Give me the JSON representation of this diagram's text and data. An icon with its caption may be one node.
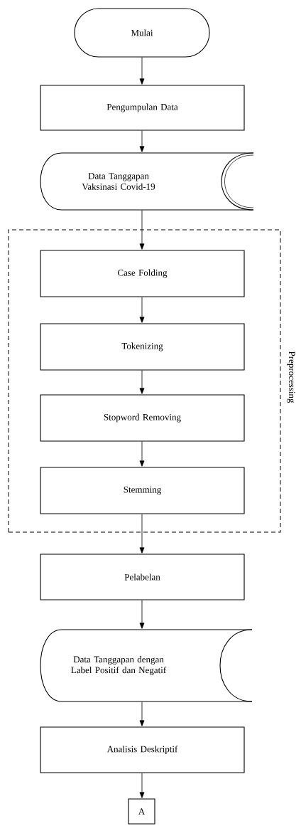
{
  "diagram": {
    "nodes": [
      {
        "text": [
          "Mulai"
        ]
      },
      {
        "text": [
          "Pengumpulan Data"
        ]
      },
      {
        "text": [
          "Data Tanggapan Vaksinasi Covid-19"
        ]
      },
      {
        "text": [
          "Preprocessing"
        ]
      },
      {
        "text": [
          "Case Folding"
        ],
        "in": 3
      },
      {
        "text": [
          "Tokenizing"
        ],
        "in": 3
      },
      {
        "text": [
          "Stopword Removing"
        ],
        "in": 3
      },
      {
        "text": [
          "Stemming"
        ],
        "in": 3
      },
      {
        "text": [
          "Pelabelan"
        ]
      },
      {
        "text": [
          "Data Tanggapan dengan Label Positif dan Negatif"
        ]
      },
      {
        "text": [
          "Analisis Deskriptif"
        ]
      },
      {
        "text": [
          "A"
        ]
      }
    ],
    "edges": [
      {
        "from": 0,
        "to": 1,
        "arrow": "to"
      },
      {
        "from": 1,
        "to": 2,
        "arrow": "to"
      },
      {
        "from": 2,
        "to": 4,
        "arrow": "to"
      },
      {
        "from": 4,
        "to": 5,
        "arrow": "to"
      },
      {
        "from": 5,
        "to": 6,
        "arrow": "to"
      },
      {
        "from": 6,
        "to": 7,
        "arrow": "to"
      },
      {
        "from": 7,
        "to": 8,
        "arrow": "to"
      },
      {
        "from": 8,
        "to": 9,
        "arrow": "to"
      },
      {
        "from": 9,
        "to": 10,
        "arrow": "to"
      },
      {
        "from": 10,
        "to": 11,
        "arrow": "to"
      }
    ]
  }
}
